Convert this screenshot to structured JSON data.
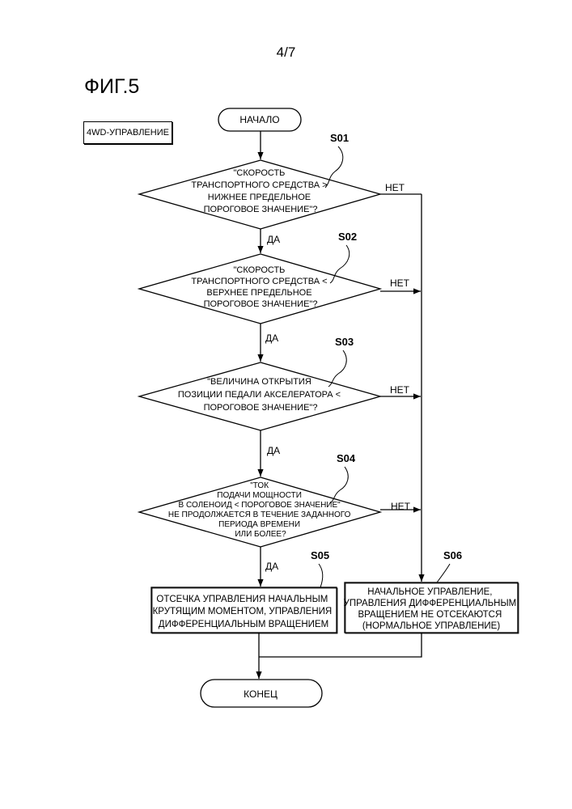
{
  "page_number": "4/7",
  "figure_title": "ФИГ.5",
  "mode_label": "4WD-УПРАВЛЕНИЕ",
  "start_label": "НАЧАЛО",
  "end_label": "КОНЕЦ",
  "steps": [
    {
      "id": "S01",
      "lines": [
        "\"СКОРОСТЬ",
        "ТРАНСПОРТНОГО СРЕДСТВА >",
        "НИЖНЕЕ ПРЕДЕЛЬНОЕ",
        "ПОРОГОВОЕ ЗНАЧЕНИЕ\"?"
      ],
      "yes": "ДА",
      "no": "НЕТ"
    },
    {
      "id": "S02",
      "lines": [
        "\"СКОРОСТЬ",
        "ТРАНСПОРТНОГО СРЕДСТВА <",
        "ВЕРХНЕЕ ПРЕДЕЛЬНОЕ",
        "ПОРОГОВОЕ ЗНАЧЕНИЕ\"?"
      ],
      "yes": "ДА",
      "no": "НЕТ"
    },
    {
      "id": "S03",
      "lines": [
        "\"ВЕЛИЧИНА ОТКРЫТИЯ",
        "ПОЗИЦИИ ПЕДАЛИ АКСЕЛЕРАТОРА <",
        "ПОРОГОВОЕ ЗНАЧЕНИЕ\"?"
      ],
      "yes": "ДА",
      "no": "НЕТ"
    },
    {
      "id": "S04",
      "lines": [
        "\"ТОК",
        "ПОДАЧИ МОЩНОСТИ",
        "В СОЛЕНОИД < ПОРОГОВОЕ ЗНАЧЕНИЕ\"",
        "НЕ ПРОДОЛЖАЕТСЯ В ТЕЧЕНИЕ ЗАДАННОГО",
        "ПЕРИОДА ВРЕМЕНИ",
        "ИЛИ БОЛЕЕ?"
      ],
      "yes": "ДА",
      "no": "НЕТ"
    }
  ],
  "process_s05": {
    "id": "S05",
    "lines": [
      "ОТСЕЧКА УПРАВЛЕНИЯ НАЧАЛЬНЫМ",
      "КРУТЯЩИМ МОМЕНТОМ, УПРАВЛЕНИЯ",
      "ДИФФЕРЕНЦИАЛЬНЫМ ВРАЩЕНИЕМ"
    ]
  },
  "process_s06": {
    "id": "S06",
    "lines": [
      "НАЧАЛЬНОЕ УПРАВЛЕНИЕ,",
      "УПРАВЛЕНИЯ ДИФФЕРЕНЦИАЛЬНЫМ",
      "ВРАЩЕНИЕМ НЕ ОТСЕКАЮТСЯ",
      "(НОРМАЛЬНОЕ УПРАВЛЕНИЕ)"
    ]
  }
}
